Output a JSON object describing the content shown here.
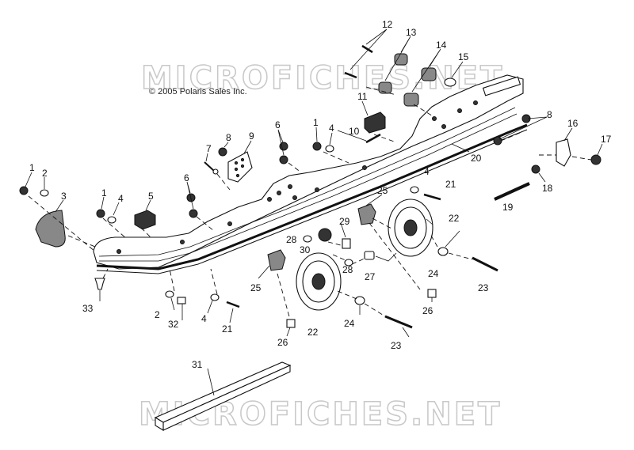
{
  "copyright": "© 2005 Polaris Sales Inc.",
  "watermark": "MICROFICHES.NET",
  "callouts": {
    "c1a": "1",
    "c2a": "2",
    "c3": "3",
    "c1b": "1",
    "c4a": "4",
    "c5": "5",
    "c6a": "6",
    "c7": "7",
    "c8a": "8",
    "c9": "9",
    "c6b": "6",
    "c1c": "1",
    "c4b": "4",
    "c10": "10",
    "c11": "11",
    "c12": "12",
    "c13": "13",
    "c14": "14",
    "c15": "15",
    "c8b": "8",
    "c16": "16",
    "c17": "17",
    "c18": "18",
    "c19": "19",
    "c20": "20",
    "c4c": "4",
    "c21a": "21",
    "c25a": "25",
    "c22a": "22",
    "c29": "29",
    "c28a": "28",
    "c30": "30",
    "c28b": "28",
    "c27": "27",
    "c24a": "24",
    "c23a": "23",
    "c25b": "25",
    "c26a": "26",
    "c22b": "22",
    "c24b": "24",
    "c23b": "23",
    "c26b": "26",
    "c33": "33",
    "c2b": "2",
    "c32": "32",
    "c4d": "4",
    "c21b": "21",
    "c31": "31"
  }
}
